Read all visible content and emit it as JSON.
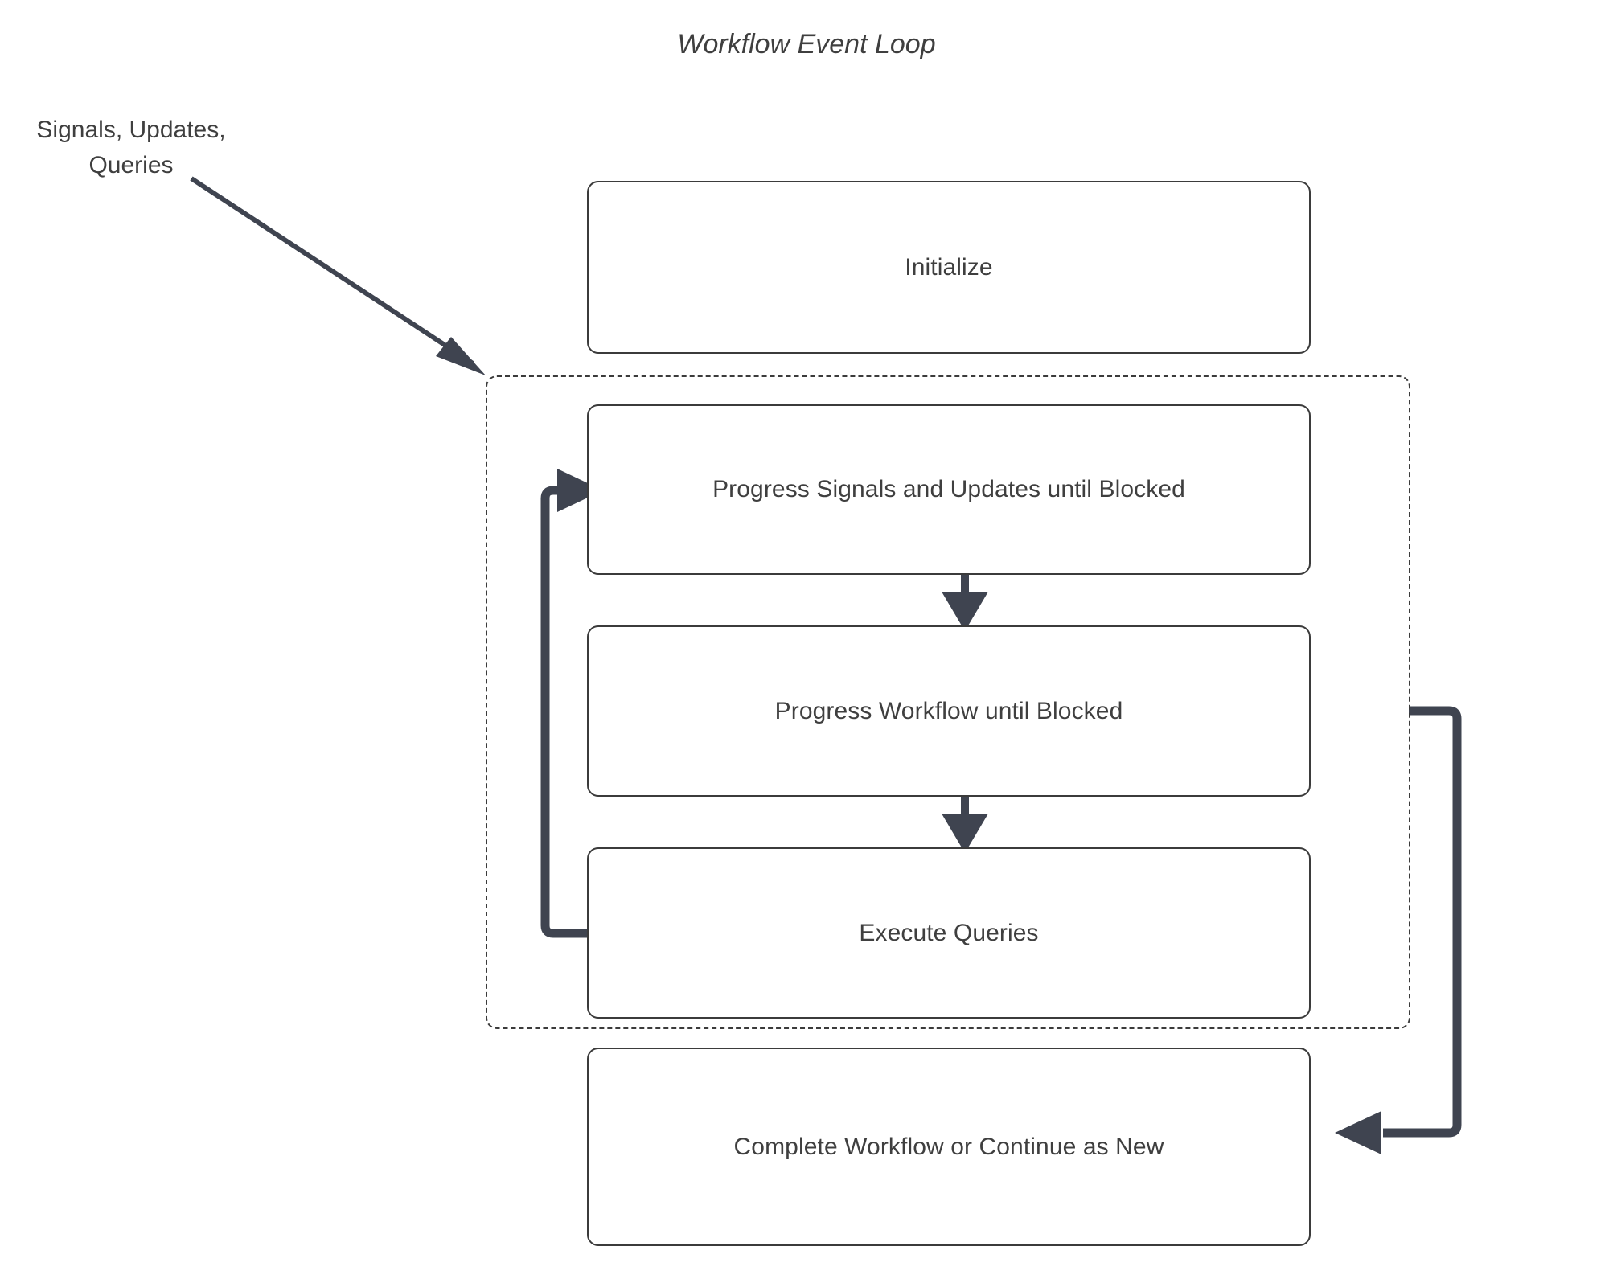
{
  "title": "Workflow Event Loop",
  "external_input": {
    "line1": "Signals, Updates,",
    "line2": "Queries"
  },
  "nodes": {
    "initialize": "Initialize",
    "progress_signals": "Progress Signals and Updates until Blocked",
    "progress_workflow": "Progress Workflow until Blocked",
    "execute_queries": "Execute Queries",
    "complete_workflow": "Complete Workflow or Continue as New"
  },
  "edges": {
    "external_to_loop": "Signals, Updates, Queries into event loop",
    "signals_to_workflow": "Progress Signals and Updates until Blocked to Progress Workflow until Blocked",
    "workflow_to_queries": "Progress Workflow until Blocked to Execute Queries",
    "queries_back_to_signals": "Execute Queries back to Progress Signals and Updates until Blocked",
    "loop_to_complete": "Event loop to Complete Workflow or Continue as New"
  },
  "colors": {
    "stroke": "#3b3b3b",
    "arrow": "#3f4450",
    "text": "#3f3f3f",
    "background": "#ffffff"
  }
}
